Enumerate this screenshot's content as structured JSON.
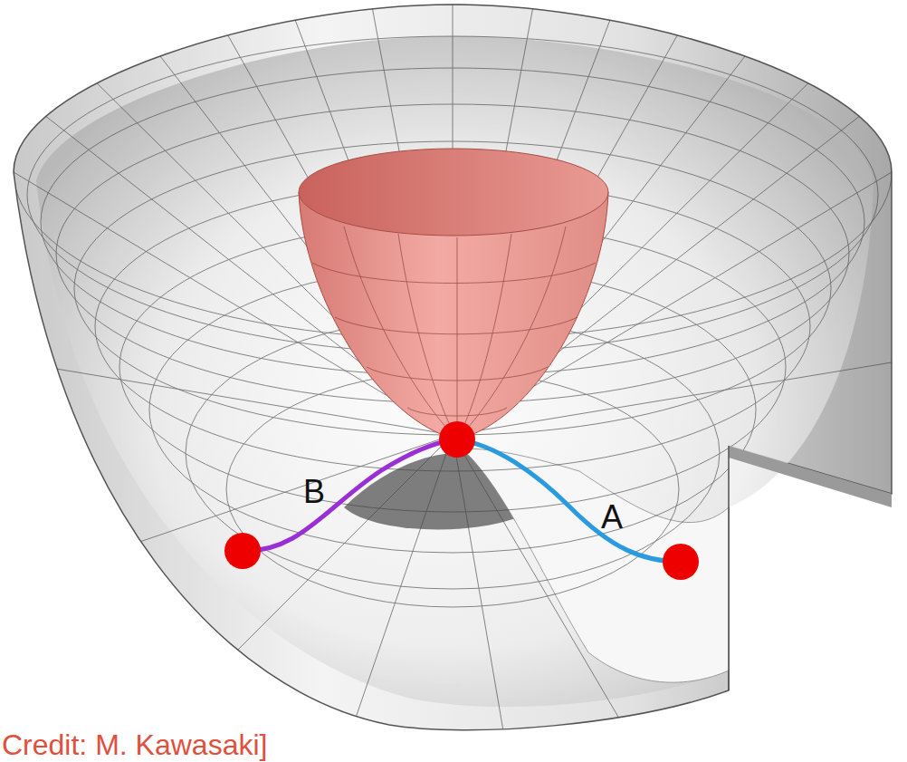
{
  "diagram": {
    "labels": [
      "B",
      "A",
      "Credit: M. Kawasaki]"
    ]
  }
}
